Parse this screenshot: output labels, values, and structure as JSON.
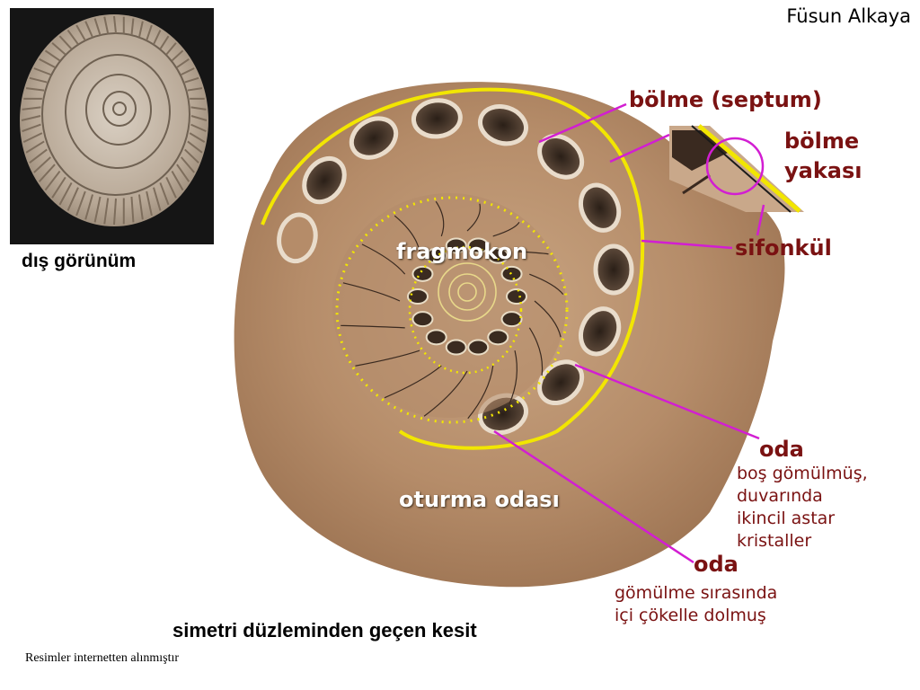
{
  "author": "Füsun Alkaya",
  "exterior": {
    "label": "dış görünüm"
  },
  "section": {
    "caption": "simetri düzleminden geçen kesit",
    "overlays": {
      "phragmocone": "fragmokon",
      "body_chamber": "oturma odası"
    },
    "labels": {
      "septum": "bölme (septum)",
      "septal_neck_line1": "bölme",
      "septal_neck_line2": "yakası",
      "siphuncle": "sifonkül",
      "chamber1_title": "oda",
      "chamber1_desc": [
        "boş gömülmüş,",
        "duvarında",
        "ikincil astar",
        "kristaller"
      ],
      "chamber2_title": "oda",
      "chamber2_desc": [
        "gömülme sırasında",
        "içi çökelle dolmuş"
      ]
    }
  },
  "credit": "Resimler internetten alınmıştır",
  "colors": {
    "label": "#7a1212",
    "leader": "#d21ed2",
    "outline": "#f2e600",
    "stone": "#b78f6e"
  }
}
